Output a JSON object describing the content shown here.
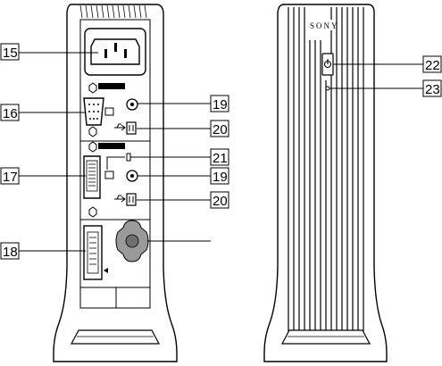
{
  "brand": "SONY",
  "callouts": [
    {
      "id": "c15",
      "label": "15"
    },
    {
      "id": "c16",
      "label": "16"
    },
    {
      "id": "c17",
      "label": "17"
    },
    {
      "id": "c18",
      "label": "18"
    },
    {
      "id": "c19a",
      "label": "19"
    },
    {
      "id": "c20a",
      "label": "20"
    },
    {
      "id": "c21",
      "label": "21"
    },
    {
      "id": "c19b",
      "label": "19"
    },
    {
      "id": "c20b",
      "label": "20"
    },
    {
      "id": "c22",
      "label": "22"
    },
    {
      "id": "c23",
      "label": "23"
    }
  ],
  "icons": {
    "power_symbol": "power-symbol-icon",
    "usb_symbol": "usb-symbol-icon"
  }
}
